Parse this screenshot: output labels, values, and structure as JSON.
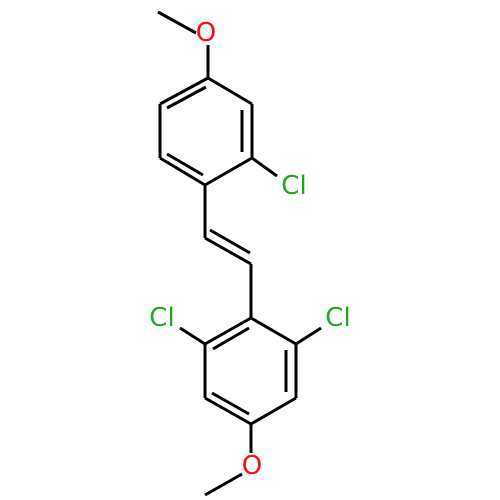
{
  "molecule": {
    "atoms": [
      {
        "id": "O1",
        "label": "O",
        "color": "#ff0d0d",
        "role": "methoxy-oxygen-top"
      },
      {
        "id": "Cl1",
        "label": "Cl",
        "color": "#1fa81f",
        "role": "chlorine-upper-ring"
      },
      {
        "id": "Cl2",
        "label": "Cl",
        "color": "#1fa81f",
        "role": "chlorine-lower-ring-left"
      },
      {
        "id": "Cl3",
        "label": "Cl",
        "color": "#1fa81f",
        "role": "chlorine-lower-ring-right"
      },
      {
        "id": "O2",
        "label": "O",
        "color": "#ff0d0d",
        "role": "methoxy-oxygen-bottom"
      }
    ],
    "bond_color": "#000000"
  }
}
